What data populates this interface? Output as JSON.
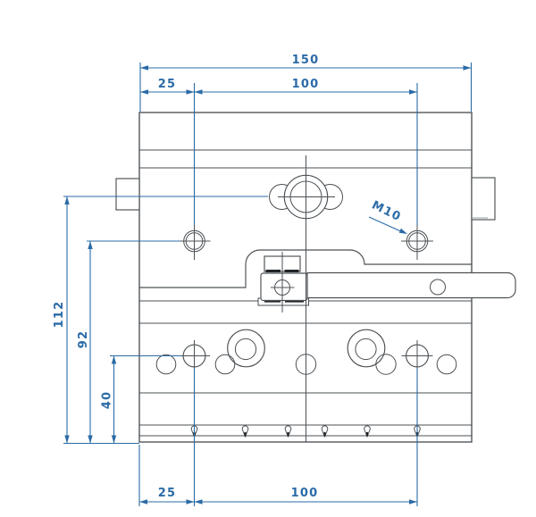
{
  "drawing": {
    "type": "technical-cad-front-view",
    "dimensions": {
      "top_overall": "150",
      "top_offset": "25",
      "top_spacing": "100",
      "left_total": "112",
      "left_upper": "92",
      "left_lower": "40",
      "bottom_offset": "25",
      "bottom_spacing": "100",
      "thread": "M10"
    },
    "colors": {
      "dimension_blue": "#2b6ba6",
      "outline_dark": "#4b5054",
      "seal_dark": "#202426",
      "background": "#ffffff"
    }
  }
}
